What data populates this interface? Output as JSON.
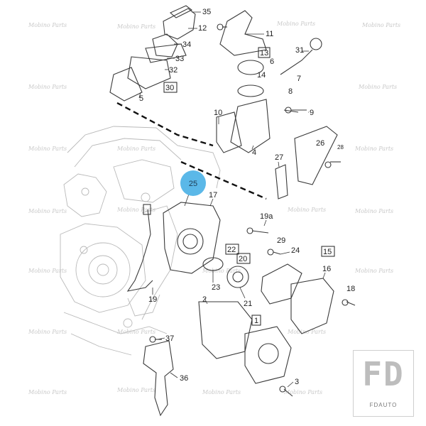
{
  "diagram": {
    "highlight_label": "25",
    "callouts": [
      {
        "id": "c35",
        "text": "35"
      },
      {
        "id": "c12",
        "text": "12"
      },
      {
        "id": "c11",
        "text": "11"
      },
      {
        "id": "c34",
        "text": "34"
      },
      {
        "id": "c31",
        "text": "31"
      },
      {
        "id": "c33",
        "text": "33"
      },
      {
        "id": "c13",
        "text": "13"
      },
      {
        "id": "c6",
        "text": "6"
      },
      {
        "id": "c32",
        "text": "32"
      },
      {
        "id": "c14",
        "text": "14"
      },
      {
        "id": "c7",
        "text": "7"
      },
      {
        "id": "c30",
        "text": "30"
      },
      {
        "id": "c5",
        "text": "5"
      },
      {
        "id": "c8",
        "text": "8"
      },
      {
        "id": "c10",
        "text": "10"
      },
      {
        "id": "c9",
        "text": "9"
      },
      {
        "id": "c26",
        "text": "26"
      },
      {
        "id": "c4",
        "text": "4"
      },
      {
        "id": "c28",
        "text": "28"
      },
      {
        "id": "c27",
        "text": "27"
      },
      {
        "id": "c17",
        "text": "17"
      },
      {
        "id": "c19a",
        "text": "19a"
      },
      {
        "id": "c29",
        "text": "29"
      },
      {
        "id": "c22",
        "text": "22"
      },
      {
        "id": "c24",
        "text": "24"
      },
      {
        "id": "c15",
        "text": "15"
      },
      {
        "id": "c20",
        "text": "20"
      },
      {
        "id": "c16",
        "text": "16"
      },
      {
        "id": "c23",
        "text": "23"
      },
      {
        "id": "c18",
        "text": "18"
      },
      {
        "id": "c19",
        "text": "19"
      },
      {
        "id": "c2",
        "text": "2"
      },
      {
        "id": "c21",
        "text": "21"
      },
      {
        "id": "c1",
        "text": "1"
      },
      {
        "id": "c37",
        "text": "37"
      },
      {
        "id": "c36",
        "text": "36"
      },
      {
        "id": "c3",
        "text": "3"
      }
    ]
  },
  "watermark": "Mobino Parts",
  "logo": {
    "mark": "FD",
    "name": "FDAUTO"
  },
  "colors": {
    "highlight": "#5bb8e8",
    "line": "#333333",
    "engine": "#b9b9b9"
  }
}
